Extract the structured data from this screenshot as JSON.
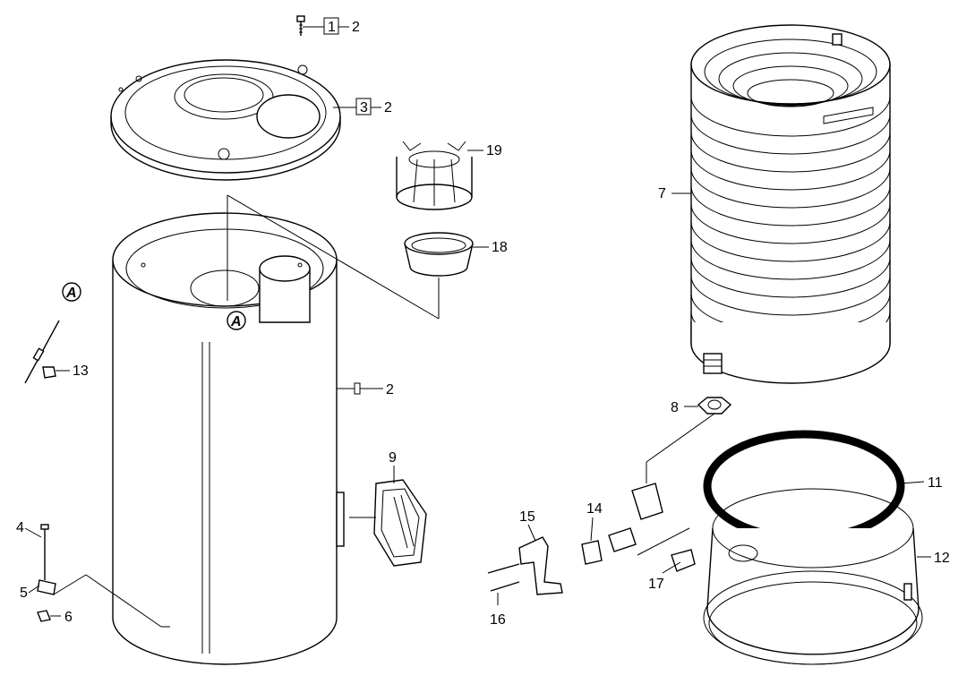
{
  "diagram": {
    "callouts": {
      "top_bolt_qty": "1",
      "top_bolt_ref": "2",
      "lid_qty": "3",
      "lid_ref": "2",
      "body_ref": "2",
      "item_4": "4",
      "item_5": "5",
      "item_6": "6",
      "item_7": "7",
      "item_8": "8",
      "item_9": "9",
      "item_11": "11",
      "item_12": "12",
      "item_13": "13",
      "item_14": "14",
      "item_15": "15",
      "item_16": "16",
      "item_17": "17",
      "item_18": "18",
      "item_19": "19"
    },
    "detail_marker": "A",
    "colors": {
      "line": "#000000",
      "background": "#ffffff",
      "gasket": "#000000"
    }
  }
}
